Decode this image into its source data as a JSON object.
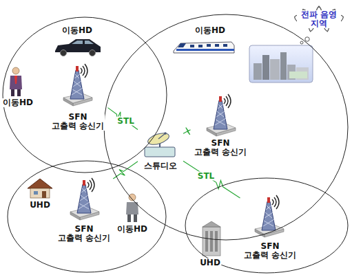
{
  "diagram": {
    "nodes": [
      {
        "text": [
          "이동HD",
          "이동HD"
        ]
      },
      {
        "text": [
          "SFN 고출력 송신기"
        ],
        "in": 0
      },
      {
        "text": [
          "이동HD"
        ]
      },
      {
        "text": [
          "SFN 고출력 송신기"
        ],
        "in": 2
      },
      {
        "text": [
          "스튜디오"
        ],
        "in": 2
      },
      {
        "text": [
          "UHD",
          "이동HD"
        ]
      },
      {
        "text": [
          "SFN 고출력 송신기"
        ],
        "in": 5
      },
      {
        "text": [
          "UHD"
        ]
      },
      {
        "text": [
          "SFN 고출력 송신기"
        ],
        "in": 7
      },
      {
        "text": [
          "전파 음영 지역"
        ]
      }
    ],
    "edges": [
      {
        "from": 4,
        "to": 1,
        "arrow": "none",
        "label": "STL"
      },
      {
        "from": 4,
        "to": 3,
        "arrow": "none"
      },
      {
        "from": 4,
        "to": 6,
        "arrow": "none"
      },
      {
        "from": 4,
        "to": 8,
        "arrow": "none",
        "label": "STL"
      }
    ]
  }
}
